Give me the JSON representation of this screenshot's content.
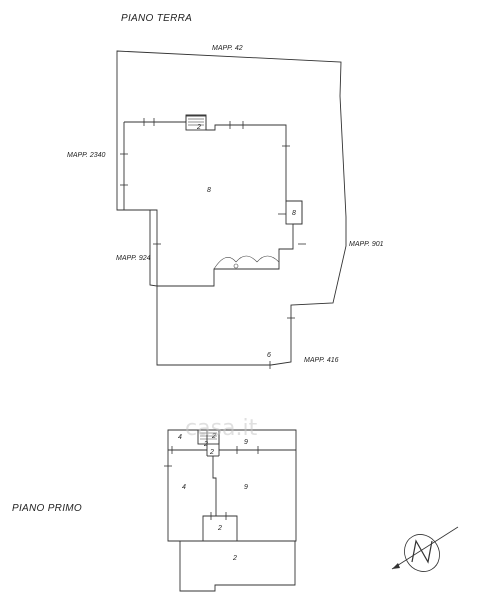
{
  "floors": {
    "ground_title": "PIANO TERRA",
    "first_title": "PIANO PRIMO"
  },
  "parcels": {
    "north": "MAPP. 42",
    "west": "MAPP. 2340",
    "southwest": "MAPP. 924",
    "east": "MAPP. 901",
    "south": "MAPP. 416"
  },
  "ground_rooms": {
    "main": "8",
    "east_small": "8",
    "stair": "2",
    "south": "6"
  },
  "first_rooms": {
    "corner_nw": "4",
    "stair_top": "2",
    "stair_mid": "2",
    "stair_low": "2",
    "ne_strip": "9",
    "west": "4",
    "east": "9",
    "lower_box": "2",
    "bottom": "2"
  },
  "watermark": "casa.it",
  "compass": {
    "symbol": "N"
  }
}
